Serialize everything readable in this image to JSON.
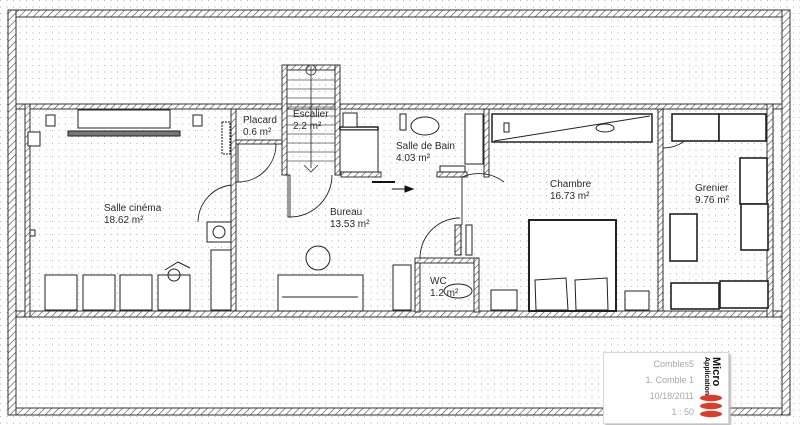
{
  "plan": {
    "name": "Combles5",
    "level": "1. Comble 1",
    "date": "10/18/2011",
    "scale": "1 : 50",
    "logo": {
      "line1": "Micro",
      "line2": "Application",
      "accent": "#e03a2a"
    },
    "colors": {
      "wall": "#333333",
      "grid": "#b8b8b8",
      "background": "#ffffff"
    }
  },
  "rooms": [
    {
      "name": "Salle cinéma",
      "area": "18.62 m²"
    },
    {
      "name": "Placard",
      "area": "0.6 m²"
    },
    {
      "name": "Escalier",
      "area": "2.2 m²"
    },
    {
      "name": "Salle de Bain",
      "area": "4.03 m²"
    },
    {
      "name": "Bureau",
      "area": "13.53 m²"
    },
    {
      "name": "WC",
      "area": "1.2 m²"
    },
    {
      "name": "Chambre",
      "area": "16.73 m²"
    },
    {
      "name": "Grenier",
      "area": "9.76 m²"
    }
  ]
}
